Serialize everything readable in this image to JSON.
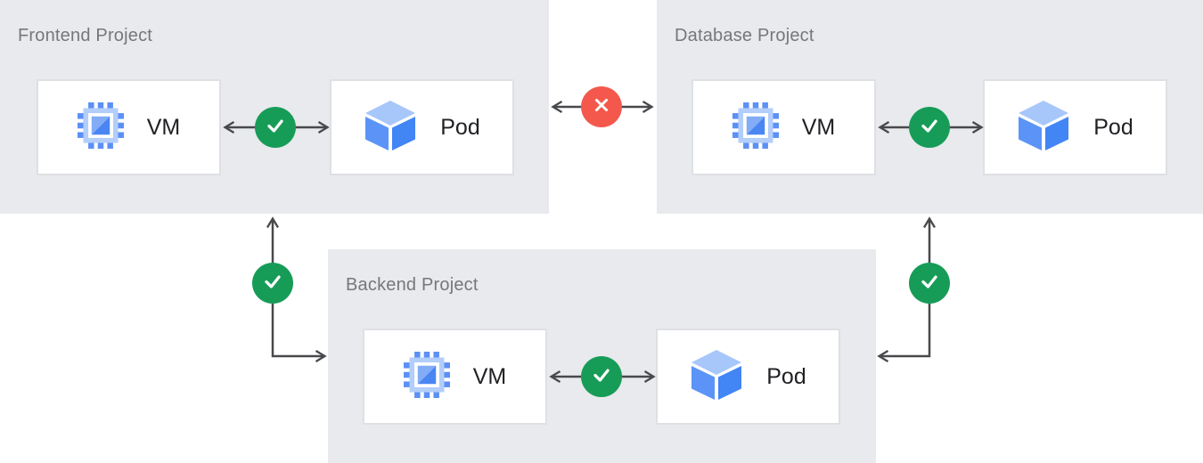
{
  "diagram": {
    "projects": [
      {
        "title": "Frontend Project",
        "nodes": [
          {
            "label": "VM"
          },
          {
            "label": "Pod"
          }
        ]
      },
      {
        "title": "Database Project",
        "nodes": [
          {
            "label": "VM"
          },
          {
            "label": "Pod"
          }
        ]
      },
      {
        "title": "Backend Project",
        "nodes": [
          {
            "label": "VM"
          },
          {
            "label": "Pod"
          }
        ]
      }
    ],
    "connections": [
      {
        "from": "frontend-vm",
        "to": "frontend-pod",
        "status": "allowed"
      },
      {
        "from": "database-vm",
        "to": "database-pod",
        "status": "allowed"
      },
      {
        "from": "backend-vm",
        "to": "backend-pod",
        "status": "allowed"
      },
      {
        "from": "frontend-project",
        "to": "database-project",
        "status": "blocked"
      },
      {
        "from": "frontend-project",
        "to": "backend-project",
        "status": "allowed"
      },
      {
        "from": "database-project",
        "to": "backend-project",
        "status": "allowed"
      }
    ],
    "colors": {
      "panel_background": "#E8EAED",
      "node_background": "#FFFFFF",
      "node_border": "#DEE0E4",
      "arrow": "#48494C",
      "allowed": "#179C58",
      "blocked": "#F4584C",
      "title_text": "#76777B",
      "label_text": "#202124",
      "vm_icon_blue": "#4A86F2",
      "vm_icon_light_blue": "#B3CEFA",
      "pod_top_face": "#A7C7FA",
      "pod_left_face": "#5B94F6",
      "pod_right_face": "#4285F4"
    }
  }
}
